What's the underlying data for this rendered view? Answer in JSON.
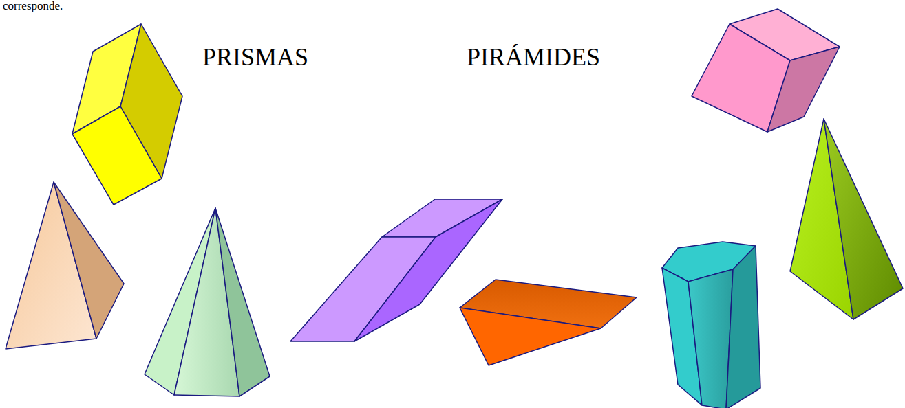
{
  "diagram": {
    "labels": [
      "corresponde.",
      "PRISMAS",
      "PIRÁMIDES"
    ]
  }
}
